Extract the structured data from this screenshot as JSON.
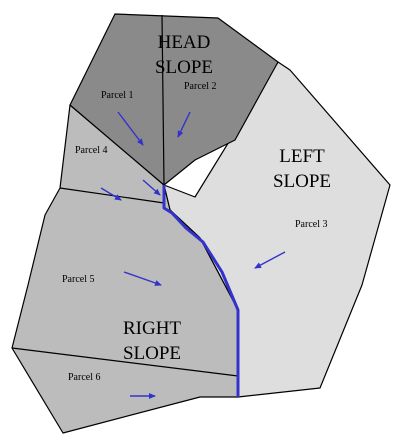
{
  "colors": {
    "head_slope": "#8a8a8a",
    "right_slope": "#bcbcbc",
    "left_slope": "#dedede",
    "flow": "#3333cc",
    "channel": "#3333cc",
    "outline": "#000000"
  },
  "icons": {
    "flow_arrow": "arrow-icon"
  },
  "slopes": {
    "head": {
      "line1": "HEAD",
      "line2": "SLOPE"
    },
    "left": {
      "line1": "LEFT",
      "line2": "SLOPE"
    },
    "right": {
      "line1": "RIGHT",
      "line2": "SLOPE"
    }
  },
  "parcels": {
    "p1": "Parcel 1",
    "p2": "Parcel 2",
    "p3": "Parcel 3",
    "p4": "Parcel 4",
    "p5": "Parcel 5",
    "p6": "Parcel 6"
  }
}
